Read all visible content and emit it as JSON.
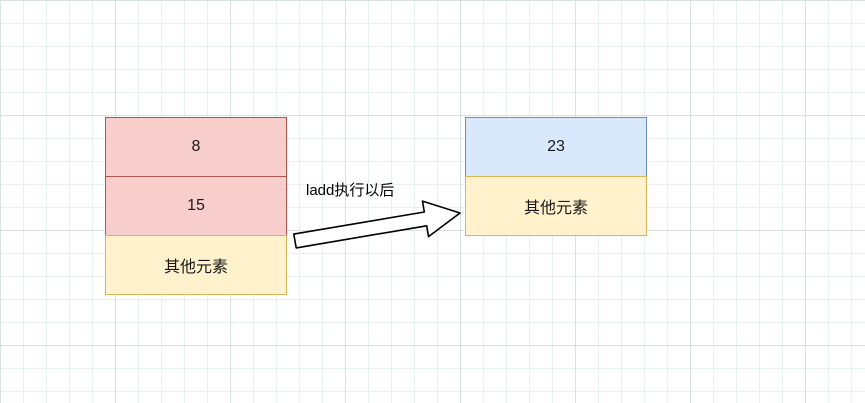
{
  "diagram": {
    "left_stack": {
      "cells": [
        {
          "label": "8"
        },
        {
          "label": "15"
        },
        {
          "label": "其他元素"
        }
      ]
    },
    "right_stack": {
      "cells": [
        {
          "label": "23"
        },
        {
          "label": "其他元素"
        }
      ]
    },
    "arrow": {
      "label": "ladd执行以后",
      "direction": "right"
    },
    "colors": {
      "red_fill": "#f8cecc",
      "red_border": "#b85450",
      "yellow_fill": "#fff2cc",
      "yellow_border": "#d6b656",
      "blue_fill": "#dae8fc",
      "blue_border": "#6c8ebf",
      "arrow_fill": "#ffffff",
      "arrow_stroke": "#000000",
      "grid_line": "#d7e2e2",
      "canvas_background": "#ffffff"
    }
  }
}
